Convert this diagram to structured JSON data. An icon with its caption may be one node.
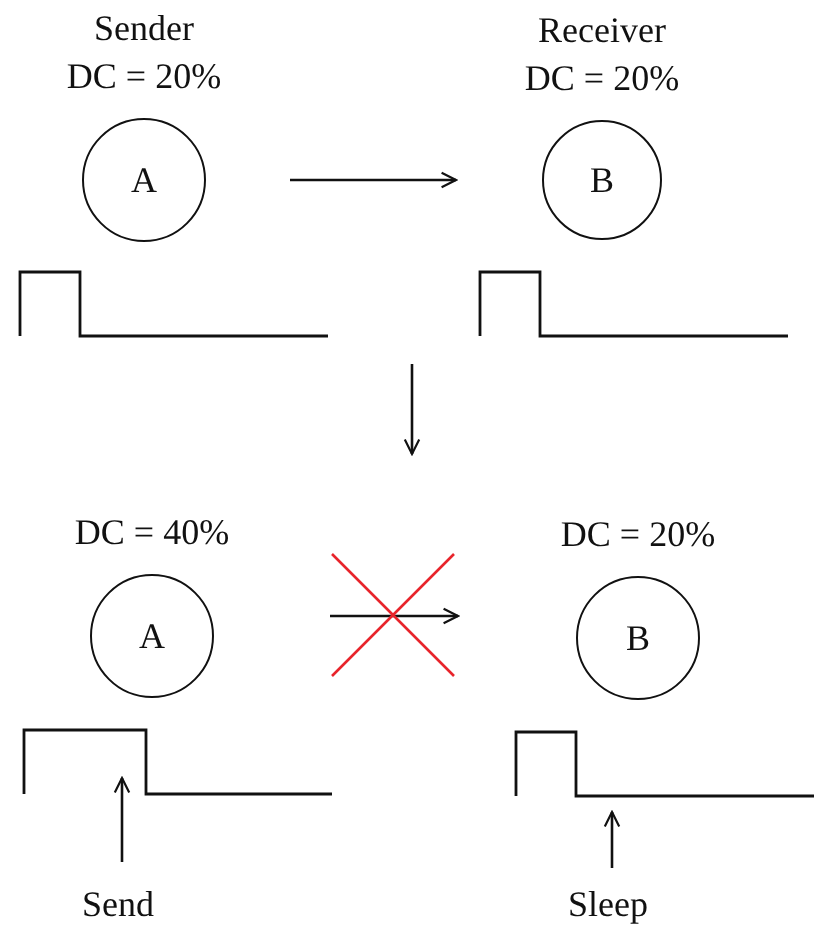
{
  "diagram": {
    "nodes": [
      {
        "text": [
          "A"
        ],
        "beside": [
          "Sender",
          "DC = 20%"
        ]
      },
      {
        "text": [
          "B"
        ],
        "beside": [
          "Receiver",
          "DC = 20%"
        ]
      },
      {
        "text": [],
        "shape": "picture"
      },
      {
        "text": [],
        "shape": "picture"
      },
      {
        "text": [
          "A"
        ],
        "beside": [
          "DC = 40%"
        ]
      },
      {
        "text": [
          "B"
        ],
        "beside": [
          "DC = 20%"
        ]
      },
      {
        "text": [],
        "shape": "picture"
      },
      {
        "text": [],
        "shape": "picture"
      },
      {
        "text": [
          "Send"
        ]
      },
      {
        "text": [
          "Sleep"
        ]
      }
    ],
    "edges": [
      {
        "from": 0,
        "to": 1,
        "arrow": "to"
      },
      {
        "from": 4,
        "to": 5,
        "arrow": "to"
      },
      {
        "from": 8,
        "to": 6,
        "arrow": "to"
      },
      {
        "from": 9,
        "to": 7,
        "arrow": "to"
      }
    ]
  }
}
